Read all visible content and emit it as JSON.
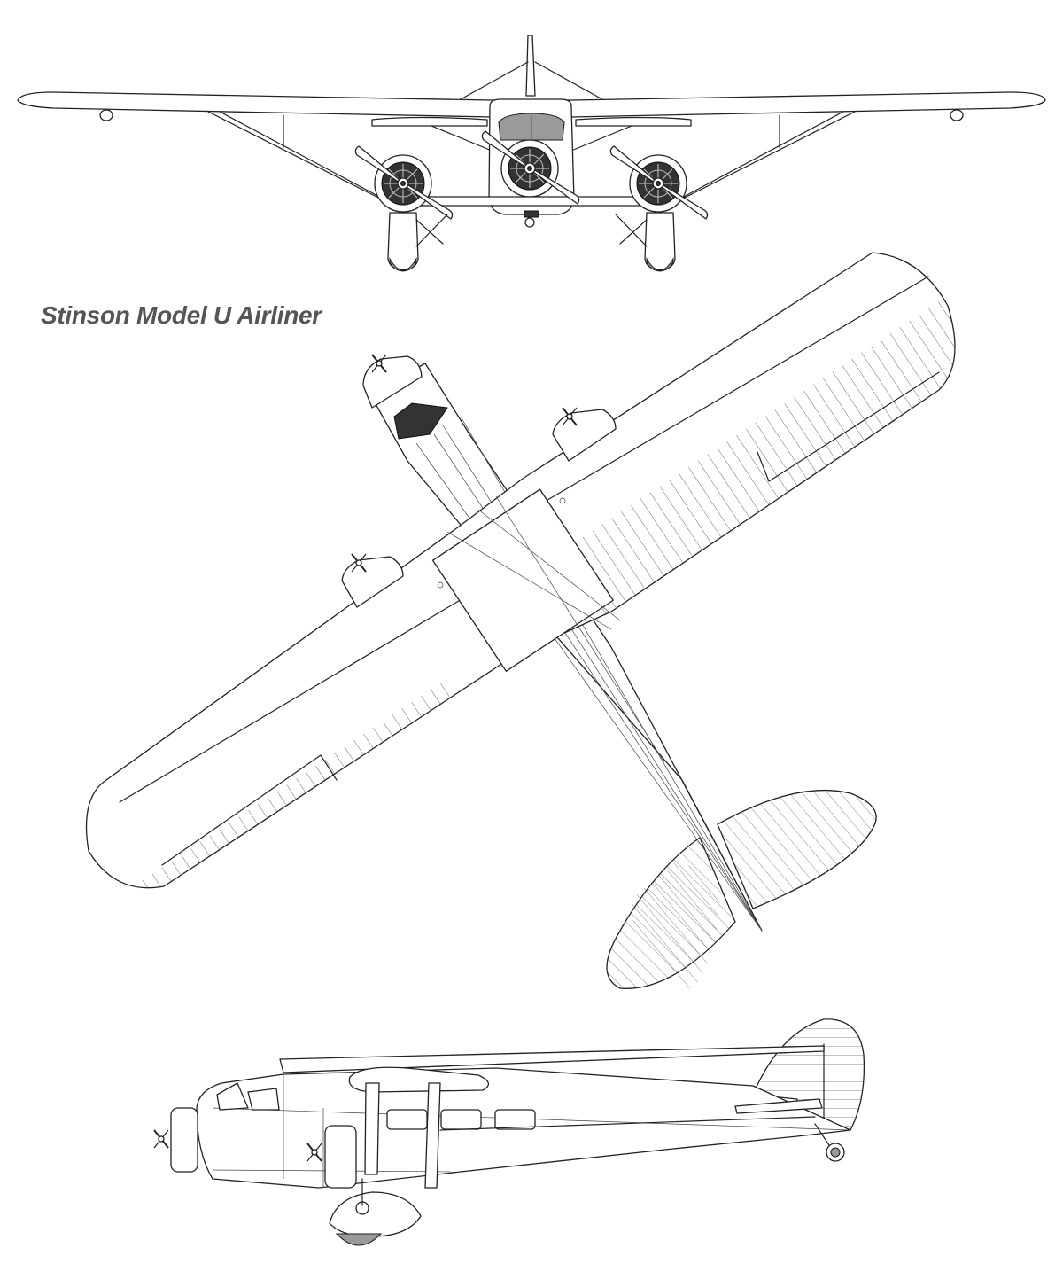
{
  "title": "Stinson Model U Airliner",
  "colors": {
    "line": "#222222",
    "title_text": "#555555",
    "wheel_fill": "#9a9a9a",
    "background": "#ffffff"
  },
  "views": [
    "front-view",
    "top-view",
    "side-view"
  ]
}
